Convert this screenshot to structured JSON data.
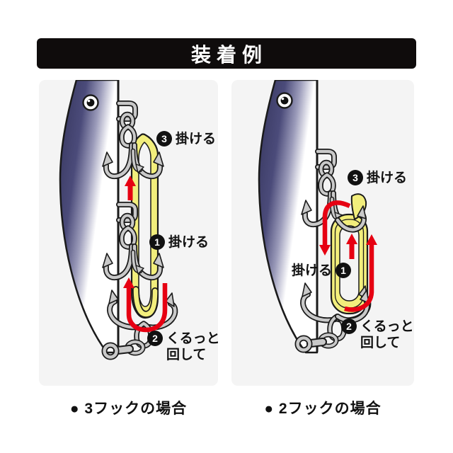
{
  "title": "装着例",
  "panels": [
    {
      "id": "three-hook",
      "caption": "● 3フックの場合",
      "steps": [
        {
          "num": "3",
          "text": "掛ける"
        },
        {
          "num": "1",
          "text": "掛ける"
        },
        {
          "num": "2",
          "text": "くるっと",
          "text2": "回して"
        }
      ]
    },
    {
      "id": "two-hook",
      "caption": "● 2フックの場合",
      "steps": [
        {
          "num": "3",
          "text": "掛ける"
        },
        {
          "num": "1",
          "text": "掛ける"
        },
        {
          "num": "2",
          "text": "くるっと",
          "text2": "回して"
        }
      ]
    }
  ],
  "colors": {
    "title_bg": "#0f0c0c",
    "panel_bg": "#f4f4f4",
    "lure_navy": "#3b3b62",
    "band_yellow": "#f2ee7c",
    "arrow_red": "#e60012",
    "metal_gray": "#c9c9c9",
    "outline_black": "#1a1a1a"
  }
}
